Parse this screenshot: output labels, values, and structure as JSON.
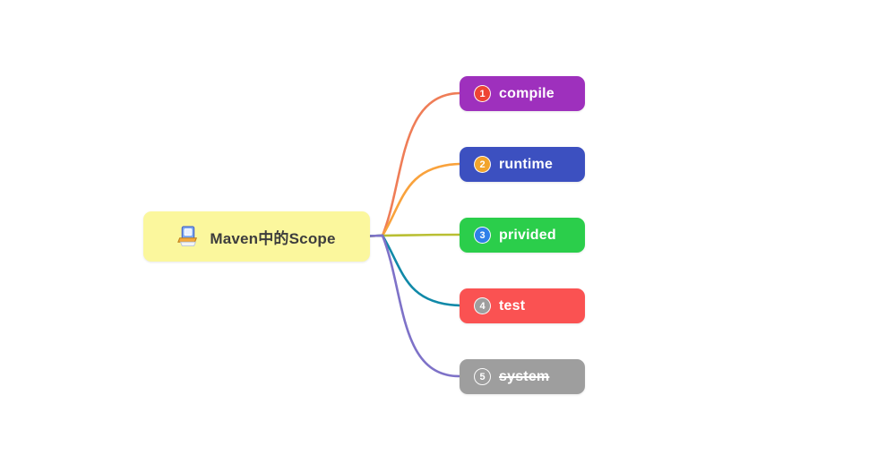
{
  "canvas": {
    "background": "#ffffff"
  },
  "root": {
    "label": "Maven中的Scope",
    "icon": "book-icon",
    "bg": "#fbf79d",
    "text_color": "#3d3d3d"
  },
  "branches": [
    {
      "number": "1",
      "label": "compile",
      "bg": "#9e30bd",
      "badge_bg": "#ee4434",
      "line_color": "#ef7d57",
      "strikethrough": false
    },
    {
      "number": "2",
      "label": "runtime",
      "bg": "#3c50c0",
      "badge_bg": "#f2a42c",
      "line_color": "#f9a23c",
      "strikethrough": false
    },
    {
      "number": "3",
      "label": "privided",
      "bg": "#2bce4b",
      "badge_bg": "#2e80e8",
      "line_color": "#b9bf33",
      "strikethrough": false
    },
    {
      "number": "4",
      "label": "test",
      "bg": "#fa5252",
      "badge_bg": "#9e9e9e",
      "line_color": "#1089a8",
      "strikethrough": false
    },
    {
      "number": "5",
      "label": "system",
      "bg": "#9e9e9e",
      "badge_bg": "transparent",
      "line_color": "#7e72c8",
      "strikethrough": true
    }
  ]
}
